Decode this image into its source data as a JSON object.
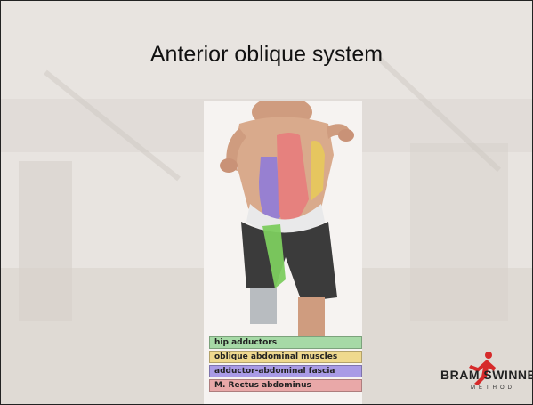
{
  "slide": {
    "title": "Anterior oblique system"
  },
  "legend": {
    "items": [
      {
        "label": "hip adductors",
        "color": "#a6d9a6"
      },
      {
        "label": "oblique abdominal muscles",
        "color": "#efd98e"
      },
      {
        "label": "adductor-abdominal fascia",
        "color": "#a99be6"
      },
      {
        "label": "M. Rectus abdominus",
        "color": "#e9a8a8"
      }
    ]
  },
  "logo": {
    "brand_text": "BRAM SWINNEN",
    "sub_text": "METHOD",
    "accent_color": "#d62a2a"
  },
  "colors": {
    "rectus": "#e77c7c",
    "oblique": "#e7c95a",
    "fascia": "#8f7bd8",
    "adductors": "#7ccc5e",
    "skin": "#d9a98a",
    "shorts": "#3b3b3b"
  }
}
